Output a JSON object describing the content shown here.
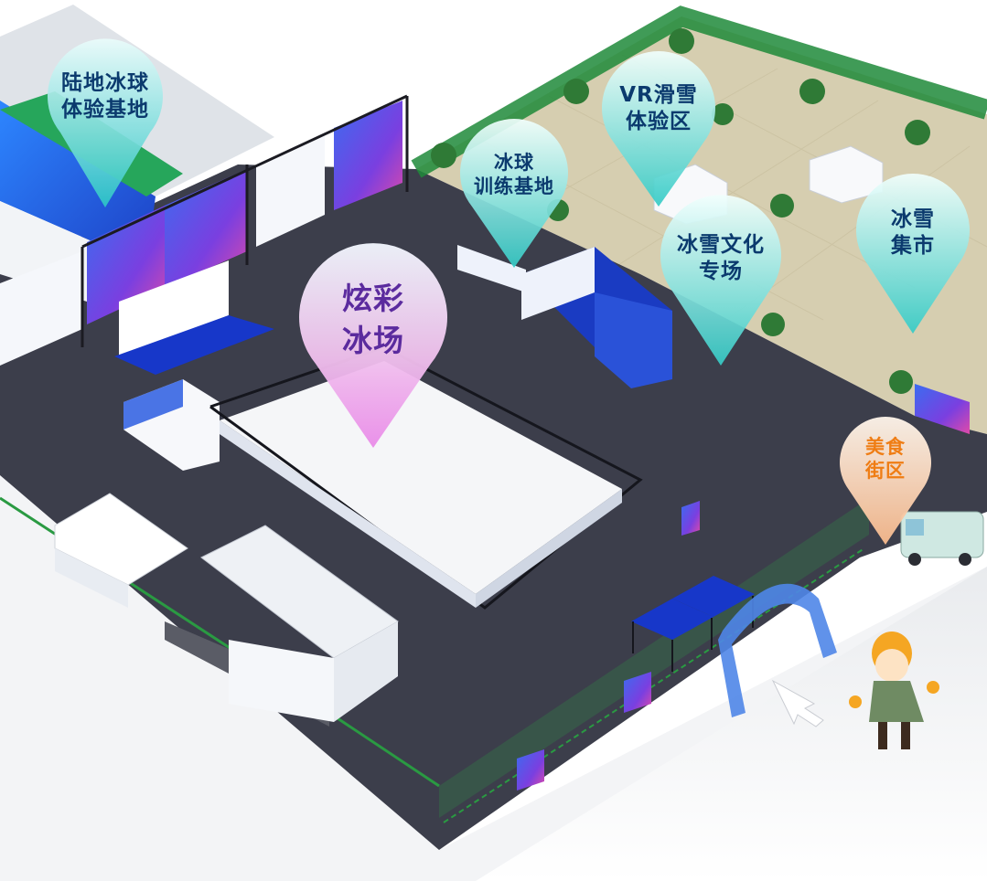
{
  "map": {
    "zones": [
      {
        "id": "land-curling",
        "lines": [
          "陆地冰球",
          "体验基地"
        ],
        "text_color": "#0b3a6e",
        "fill_top": "#eafcfb",
        "fill_bottom": "#2bc6c6"
      },
      {
        "id": "vr-skiing",
        "lines": [
          "VR滑雪",
          "体验区"
        ],
        "text_color": "#0b3a6e",
        "fill_top": "#f1fffd",
        "fill_bottom": "#35cbc6"
      },
      {
        "id": "hockey-training",
        "lines": [
          "冰球",
          "训练基地"
        ],
        "text_color": "#0b3a6e",
        "fill_top": "#f1fffd",
        "fill_bottom": "#35cbc6"
      },
      {
        "id": "colorful-rink",
        "lines": [
          "炫彩",
          "冰场"
        ],
        "text_color": "#5b2b9e",
        "fill_top": "#f3f8ff",
        "fill_bottom": "#e98be8"
      },
      {
        "id": "snow-culture",
        "lines": [
          "冰雪文化",
          "专场"
        ],
        "text_color": "#0b3a6e",
        "fill_top": "#f1fffd",
        "fill_bottom": "#35cbc6"
      },
      {
        "id": "snow-market",
        "lines": [
          "冰雪",
          "集市"
        ],
        "text_color": "#0b3a6e",
        "fill_top": "#f1fffd",
        "fill_bottom": "#35cbc6"
      },
      {
        "id": "food-street",
        "lines": [
          "美食",
          "街区"
        ],
        "text_color": "#ef7d14",
        "fill_top": "#fff6ec",
        "fill_bottom": "#f7b98c"
      }
    ]
  },
  "colors": {
    "ground": "#3d3f4c",
    "lawn": "#cfc7a8",
    "fence": "#1f8a3a",
    "rink": "#f4f6f8",
    "court": "#1e5fd6",
    "tent": "#1737c9",
    "banner": "#2a52d8"
  },
  "icons": [
    "entrance-arrow-icon",
    "mascot-child-icon",
    "tree-icon",
    "tent-icon",
    "food-truck-icon"
  ]
}
